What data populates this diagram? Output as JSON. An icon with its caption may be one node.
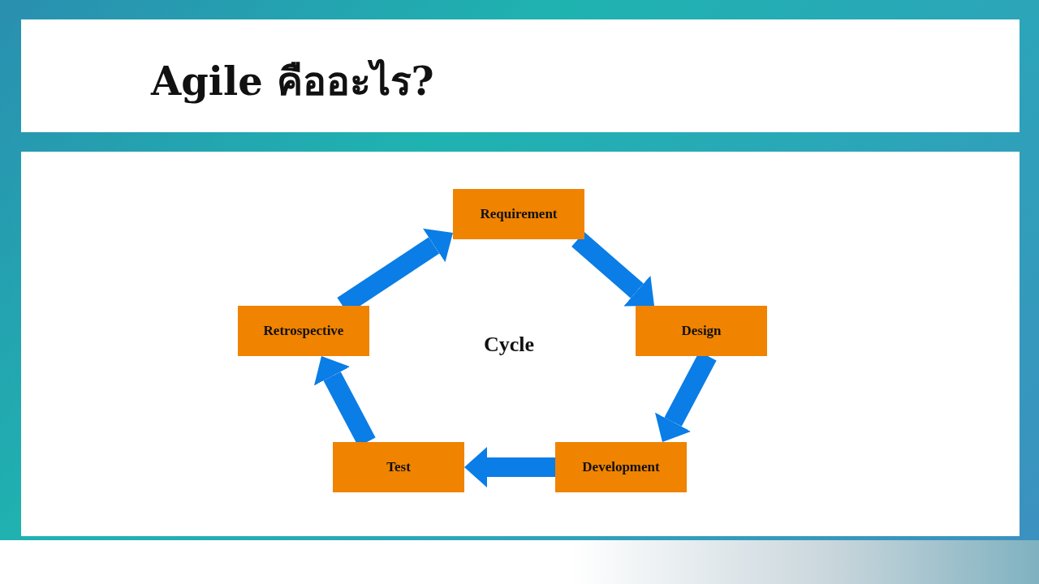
{
  "diagram": {
    "title": "Agile คืออะไร?",
    "nodes": [
      {
        "text": [
          "Requirement"
        ]
      },
      {
        "text": [
          "Design"
        ]
      },
      {
        "text": [
          "Development"
        ]
      },
      {
        "text": [
          "Test"
        ]
      },
      {
        "text": [
          "Retrospective"
        ]
      }
    ],
    "edges": [
      {
        "from": 0,
        "to": 1,
        "arrow": "to"
      },
      {
        "from": 1,
        "to": 2,
        "arrow": "to"
      },
      {
        "from": 2,
        "to": 3,
        "arrow": "to"
      },
      {
        "from": 3,
        "to": 4,
        "arrow": "to"
      },
      {
        "from": 4,
        "to": 0,
        "arrow": "to"
      }
    ],
    "labels": [
      "Cycle"
    ]
  }
}
